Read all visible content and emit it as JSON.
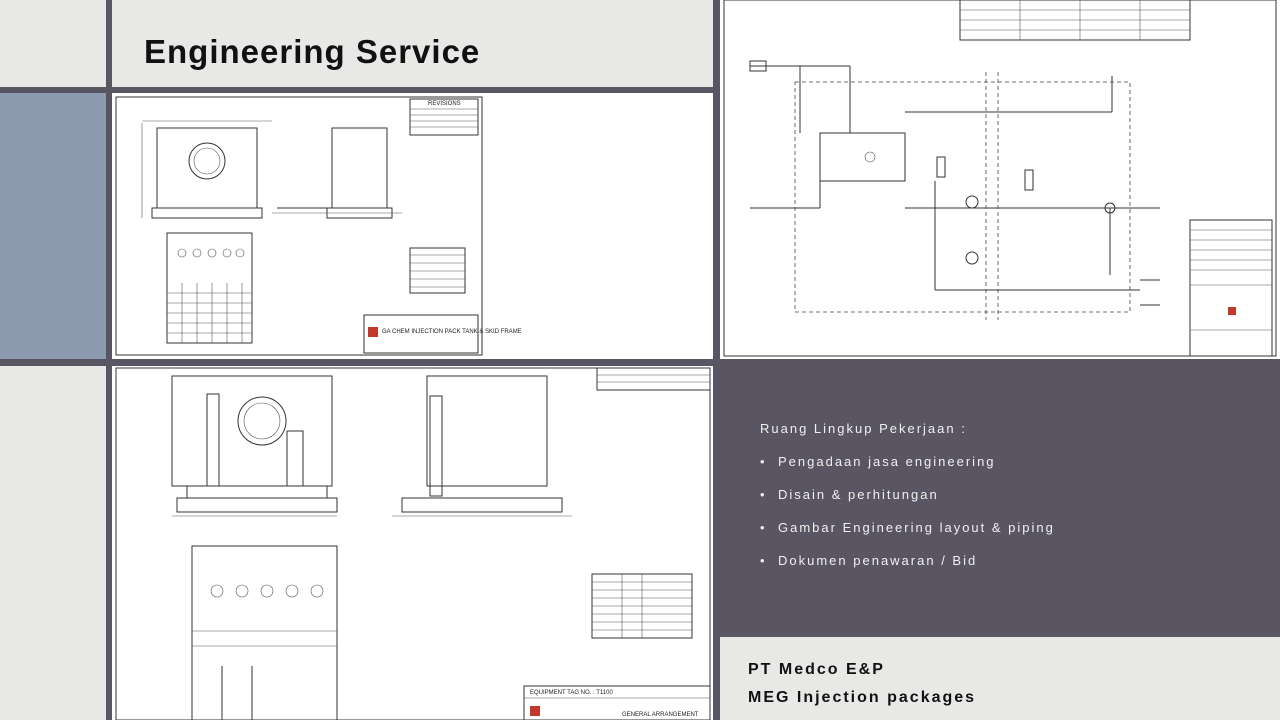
{
  "title": "Engineering Service",
  "scope": {
    "heading": "Ruang Lingkup Pekerjaan :",
    "bullet": "•",
    "items": [
      "Pengadaan jasa engineering",
      "Disain & perhitungan",
      "Gambar Engineering layout & piping",
      "Dokumen penawaran  / Bid"
    ]
  },
  "client": {
    "name": "PT Medco E&P",
    "project": "MEG Injection packages"
  },
  "drawings": {
    "tank_revisions_label": "REVISIONS",
    "tank_title": "GA CHEM INJECTION PACK TANK & SKID FRAME",
    "skid_tag": "EQUIPMENT TAG NO. : T1100",
    "skid_title": "GENERAL ARRANGEMENT"
  },
  "colors": {
    "frame": "#5a5563",
    "light_panel": "#e8e9e6",
    "accent_blue": "#8c9bb0",
    "logo_red": "#c0392b"
  }
}
